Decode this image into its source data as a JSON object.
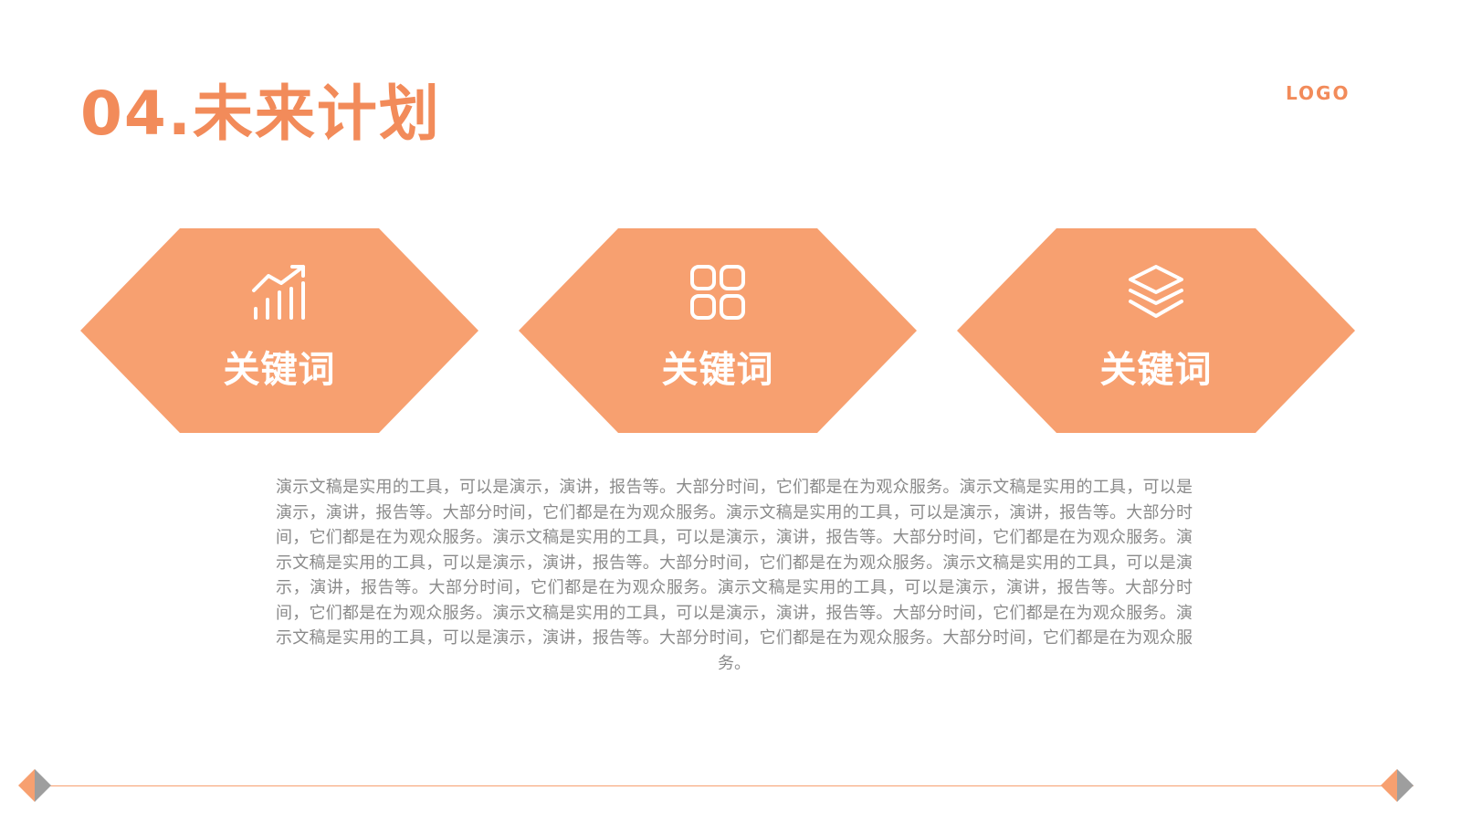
{
  "header": {
    "title": "04.未来计划",
    "logo": "LOGO"
  },
  "cards": [
    {
      "icon": "trend-chart-icon",
      "label": "关键词"
    },
    {
      "icon": "grid-four-icon",
      "label": "关键词"
    },
    {
      "icon": "layers-icon",
      "label": "关键词"
    }
  ],
  "body": {
    "paragraph": "演示文稿是实用的工具，可以是演示，演讲，报告等。大部分时间，它们都是在为观众服务。演示文稿是实用的工具，可以是演示，演讲，报告等。大部分时间，它们都是在为观众服务。演示文稿是实用的工具，可以是演示，演讲，报告等。大部分时间，它们都是在为观众服务。演示文稿是实用的工具，可以是演示，演讲，报告等。大部分时间，它们都是在为观众服务。演示文稿是实用的工具，可以是演示，演讲，报告等。大部分时间，它们都是在为观众服务。演示文稿是实用的工具，可以是演示，演讲，报告等。大部分时间，它们都是在为观众服务。演示文稿是实用的工具，可以是演示，演讲，报告等。大部分时间，它们都是在为观众服务。演示文稿是实用的工具，可以是演示，演讲，报告等。大部分时间，它们都是在为观众服务。演示文稿是实用的工具，可以是演示，演讲，报告等。大部分时间，它们都是在为观众服务。大部分时间，它们都是在为观众服务。"
  },
  "colors": {
    "accent": "#F28B5A",
    "hexagon_fill": "#F7A070",
    "body_text": "#8a8a8a",
    "deco_gray": "#9e9e9e"
  }
}
